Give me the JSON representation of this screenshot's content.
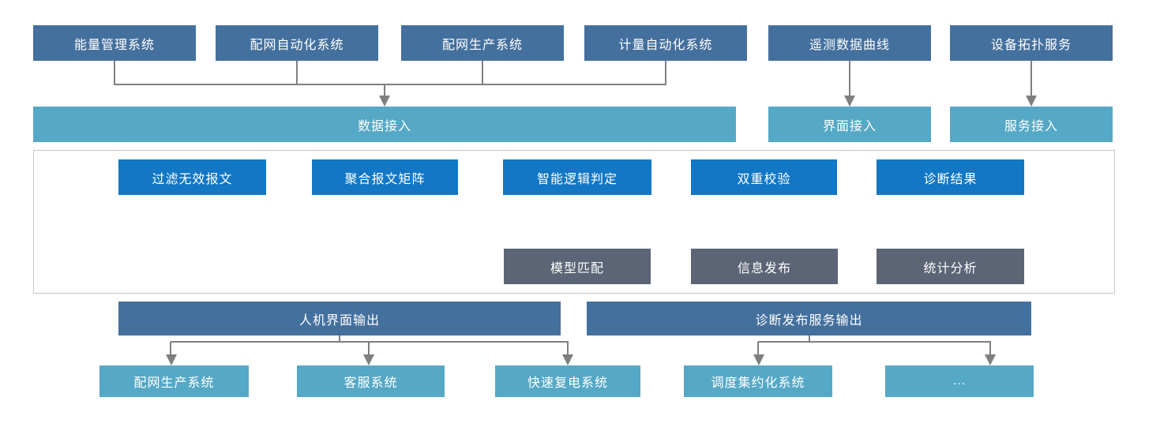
{
  "colors": {
    "steel_blue": "#44709e",
    "teal": "#55a8c6",
    "bright_blue": "#1277c4",
    "slate_gray": "#5c6575",
    "connector": "#7f7f7f",
    "container_border": "#c9c9c9"
  },
  "top_sources": {
    "items": [
      {
        "label": "能量管理系统"
      },
      {
        "label": "配网自动化系统"
      },
      {
        "label": "配网生产系统"
      },
      {
        "label": "计量自动化系统"
      },
      {
        "label": "遥测数据曲线"
      },
      {
        "label": "设备拓扑服务"
      }
    ]
  },
  "access_layer": {
    "data_access": "数据接入",
    "ui_access": "界面接入",
    "service_access": "服务接入"
  },
  "pipeline": {
    "steps": [
      {
        "label": "过滤无效报文"
      },
      {
        "label": "聚合报文矩阵"
      },
      {
        "label": "智能逻辑判定"
      },
      {
        "label": "双重校验"
      },
      {
        "label": "诊断结果"
      }
    ]
  },
  "result_outputs": {
    "items": [
      {
        "label": "模型匹配"
      },
      {
        "label": "信息发布"
      },
      {
        "label": "统计分析"
      }
    ]
  },
  "output_channels": {
    "items": [
      {
        "label": "人机界面输出"
      },
      {
        "label": "诊断发布服务输出"
      }
    ]
  },
  "consumers": {
    "items": [
      {
        "label": "配网生产系统"
      },
      {
        "label": "客服系统"
      },
      {
        "label": "快速复电系统"
      },
      {
        "label": "调度集约化系统"
      },
      {
        "label": "..."
      }
    ]
  }
}
